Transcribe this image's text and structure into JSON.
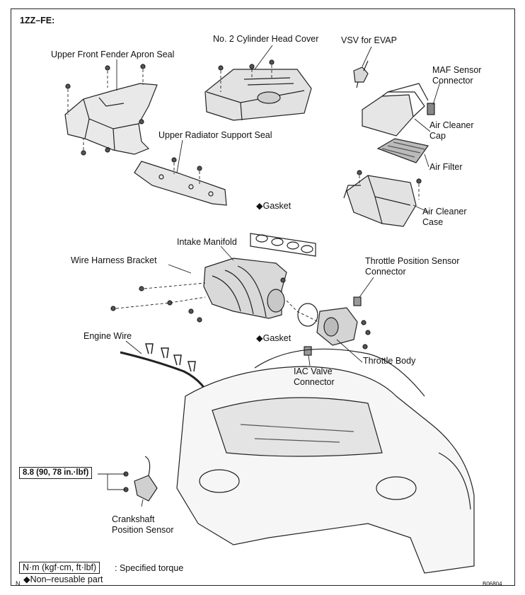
{
  "diagram": {
    "engine_code": "1ZZ–FE:",
    "labels": {
      "upper_front_fender_apron_seal": "Upper Front Fender Apron Seal",
      "no2_cylinder_head_cover": "No. 2 Cylinder Head Cover",
      "vsv_for_evap": "VSV for EVAP",
      "maf_sensor_connector_1": "MAF Sensor",
      "maf_sensor_connector_2": "Connector",
      "upper_radiator_support_seal": "Upper Radiator Support Seal",
      "air_cleaner_cap_1": "Air Cleaner",
      "air_cleaner_cap_2": "Cap",
      "air_filter": "Air Filter",
      "gasket_top": "◆Gasket",
      "air_cleaner_case_1": "Air Cleaner",
      "air_cleaner_case_2": "Case",
      "intake_manifold": "Intake Manifold",
      "wire_harness_bracket": "Wire Harness Bracket",
      "tps_connector_1": "Throttle Position Sensor",
      "tps_connector_2": "Connector",
      "gasket_bottom": "◆Gasket",
      "engine_wire": "Engine Wire",
      "throttle_body": "Throttle Body",
      "iac_valve_connector_1": "IAC Valve",
      "iac_valve_connector_2": "Connector",
      "torque_value": "8.8 (90, 78 in.·lbf)",
      "crankshaft_position_sensor_1": "Crankshaft",
      "crankshaft_position_sensor_2": "Position Sensor"
    },
    "legend": {
      "unit_box": "N·m (kgf·cm, ft·lbf)",
      "unit_text": ": Specified torque",
      "non_reusable": "◆Non–reusable part",
      "corner_mark": "N"
    },
    "figure_code": "B06804"
  }
}
